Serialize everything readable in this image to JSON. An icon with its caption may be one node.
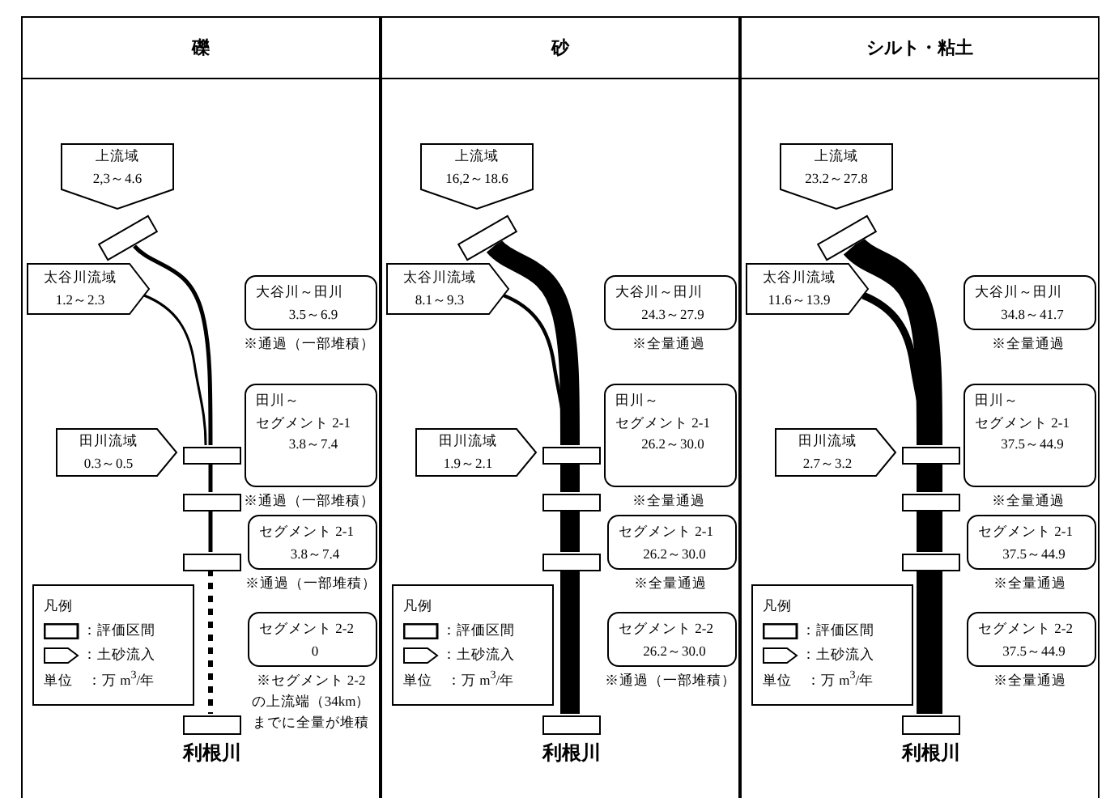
{
  "diagram": {
    "nodes": [
      {
        "text": [
          "礫"
        ]
      },
      {
        "text": [
          "上流域",
          "2,3～4.6"
        ],
        "in": 0
      },
      {
        "text": [],
        "shape": "box",
        "in": 0
      },
      {
        "text": [
          "太谷川流域",
          "1.2～2.3"
        ],
        "in": 0
      },
      {
        "text": [
          "大谷川～田川",
          "3.5～6.9"
        ],
        "beside": [
          "※通過（一部堆積）"
        ],
        "in": 0
      },
      {
        "text": [
          "田川～セグメント 2-1",
          "3.8～7.4"
        ],
        "beside": [
          "※通過（一部堆積）"
        ],
        "in": 0
      },
      {
        "text": [
          "田川流域",
          "0.3～0.5"
        ],
        "in": 0
      },
      {
        "text": [],
        "shape": "box",
        "in": 0
      },
      {
        "text": [],
        "shape": "box",
        "in": 0
      },
      {
        "text": [
          "セグメント 2-1",
          "3.8～7.4"
        ],
        "beside": [
          "※通過（一部堆積）"
        ],
        "in": 0
      },
      {
        "text": [],
        "shape": "box",
        "in": 0
      },
      {
        "text": [
          "凡例",
          "：評価区間",
          "：土砂流入",
          "単位　：万 m$^{3}$/年"
        ],
        "in": 0
      },
      {
        "text": [
          "セグメント 2-2",
          "0"
        ],
        "beside": [
          "※セグメント 2-2 の上流端（34km）までに全量が堆積"
        ],
        "in": 0
      },
      {
        "text": [],
        "shape": "box",
        "beside": [
          "利根川"
        ],
        "in": 0
      },
      {
        "text": [
          "砂"
        ]
      },
      {
        "text": [
          "上流域",
          "16,2～18.6"
        ],
        "in": 14
      },
      {
        "text": [],
        "shape": "box",
        "in": 14
      },
      {
        "text": [
          "太谷川流域",
          "8.1～9.3"
        ],
        "in": 14
      },
      {
        "text": [
          "大谷川～田川",
          "24.3～27.9"
        ],
        "beside": [
          "※全量通過"
        ],
        "in": 14
      },
      {
        "text": [
          "田川～セグメント 2-1",
          "26.2～30.0"
        ],
        "beside": [
          "※全量通過"
        ],
        "in": 14
      },
      {
        "text": [
          "田川流域",
          "1.9～2.1"
        ],
        "in": 14
      },
      {
        "text": [],
        "shape": "box",
        "in": 14
      },
      {
        "text": [],
        "shape": "box",
        "in": 14
      },
      {
        "text": [
          "セグメント 2-1",
          "26.2～30.0"
        ],
        "beside": [
          "※全量通過"
        ],
        "in": 14
      },
      {
        "text": [],
        "shape": "box",
        "in": 14
      },
      {
        "text": [
          "凡例",
          "：評価区間",
          "：土砂流入",
          "単位　：万 m$^{3}$/年"
        ],
        "in": 14
      },
      {
        "text": [
          "セグメント 2-2",
          "26.2～30.0"
        ],
        "beside": [
          "※通過（一部堆積）"
        ],
        "in": 14
      },
      {
        "text": [],
        "shape": "box",
        "beside": [
          "利根川"
        ],
        "in": 14
      },
      {
        "text": [
          "シルト・粘土"
        ]
      },
      {
        "text": [
          "上流域",
          "23.2～27.8"
        ],
        "in": 28
      },
      {
        "text": [],
        "shape": "box",
        "in": 28
      },
      {
        "text": [
          "太谷川流域",
          "11.6～13.9"
        ],
        "in": 28
      },
      {
        "text": [
          "大谷川～田川",
          "34.8～41.7"
        ],
        "beside": [
          "※全量通過"
        ],
        "in": 28
      },
      {
        "text": [
          "田川～セグメント 2-1",
          "37.5～44.9"
        ],
        "beside": [
          "※全量通過"
        ],
        "in": 28
      },
      {
        "text": [
          "田川流域",
          "2.7～3.2"
        ],
        "in": 28
      },
      {
        "text": [],
        "shape": "box",
        "in": 28
      },
      {
        "text": [],
        "shape": "box",
        "in": 28
      },
      {
        "text": [
          "セグメント 2-1",
          "37.5～44.9"
        ],
        "beside": [
          "※全量通過"
        ],
        "in": 28
      },
      {
        "text": [],
        "shape": "box",
        "in": 28
      },
      {
        "text": [
          "凡例",
          "：評価区間",
          "：土砂流入",
          "単位　：万 m$^{3}$/年"
        ],
        "in": 28
      },
      {
        "text": [
          "セグメント 2-2",
          "37.5～44.9"
        ],
        "beside": [
          "※全量通過"
        ],
        "in": 28
      },
      {
        "text": [],
        "shape": "box",
        "beside": [
          "利根川"
        ],
        "in": 28
      }
    ],
    "edges": [
      {
        "from": 2,
        "to": 7,
        "arrow": "none"
      },
      {
        "from": 3,
        "to": 7,
        "arrow": "none"
      },
      {
        "from": 7,
        "to": 8,
        "arrow": "none"
      },
      {
        "from": 8,
        "to": 10,
        "arrow": "none"
      },
      {
        "from": 10,
        "to": 13,
        "arrow": "none",
        "style": "dashed"
      },
      {
        "from": 16,
        "to": 21,
        "arrow": "none"
      },
      {
        "from": 17,
        "to": 21,
        "arrow": "none"
      },
      {
        "from": 21,
        "to": 22,
        "arrow": "none"
      },
      {
        "from": 22,
        "to": 24,
        "arrow": "none"
      },
      {
        "from": 24,
        "to": 27,
        "arrow": "none"
      },
      {
        "from": 30,
        "to": 35,
        "arrow": "none"
      },
      {
        "from": 31,
        "to": 35,
        "arrow": "none"
      },
      {
        "from": 35,
        "to": 36,
        "arrow": "none"
      },
      {
        "from": 36,
        "to": 38,
        "arrow": "none"
      },
      {
        "from": 38,
        "to": 41,
        "arrow": "none"
      }
    ]
  }
}
